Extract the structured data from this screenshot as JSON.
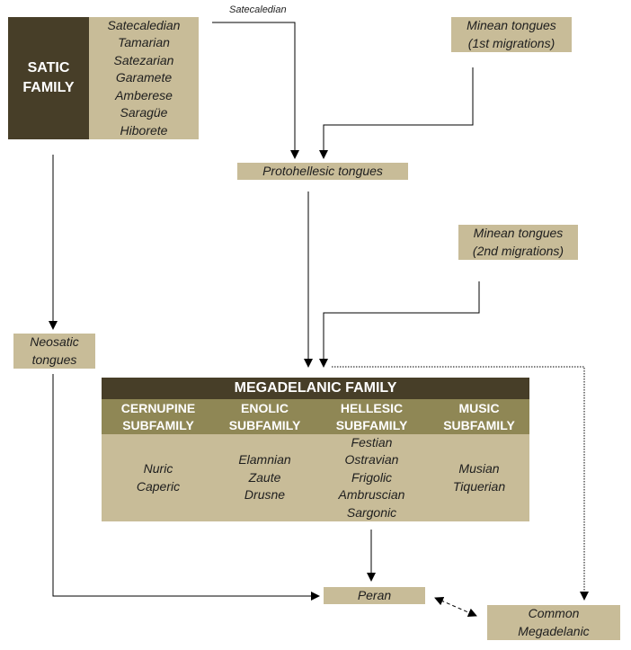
{
  "satic": {
    "title_lines": [
      "SATIC",
      "FAMILY"
    ],
    "members": [
      "Satecaledian",
      "Tamarian",
      "Satezarian",
      "Garamete",
      "Amberese",
      "Saragüe",
      "Hiborete"
    ]
  },
  "satecaledian_label": "Satecaledian",
  "minean_1": [
    "Minean tongues",
    "(1st migrations)"
  ],
  "protohellesic": "Protohellesic tongues",
  "minean_2": [
    "Minean tongues",
    "(2nd migrations)"
  ],
  "neosatic": [
    "Neosatic",
    "tongues"
  ],
  "megadelanic": {
    "title": "MEGADELANIC FAMILY",
    "subfamilies": [
      {
        "name_lines": [
          "CERNUPINE",
          "SUBFAMILY"
        ],
        "languages": [
          "Nuric",
          "Caperic"
        ]
      },
      {
        "name_lines": [
          "ENOLIC",
          "SUBFAMILY"
        ],
        "languages": [
          "Elamnian",
          "Zaute",
          "Drusne"
        ]
      },
      {
        "name_lines": [
          "HELLESIC",
          "SUBFAMILY"
        ],
        "languages": [
          "Festian",
          "Ostravian",
          "Frigolic",
          "Ambruscian",
          "Sargonic"
        ]
      },
      {
        "name_lines": [
          "MUSIC",
          "SUBFAMILY"
        ],
        "languages": [
          "Musian",
          "Tiquerian"
        ]
      }
    ]
  },
  "peran": "Peran",
  "common_megadelanic": [
    "Common",
    "Megadelanic"
  ],
  "colors": {
    "dark": "#473e28",
    "box": "#c8bc98",
    "subfamily": "#8f8755"
  }
}
